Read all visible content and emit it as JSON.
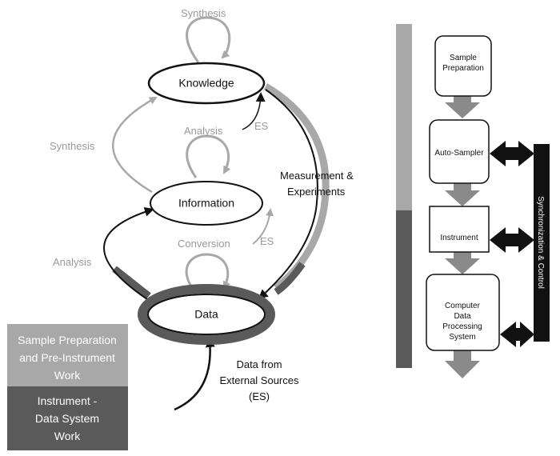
{
  "colors": {
    "light_gray": "#a8a8a8",
    "dark_gray": "#5a5a5a",
    "black": "#111111",
    "white": "#ffffff"
  },
  "cycle": {
    "nodes": {
      "knowledge": "Knowledge",
      "information": "Information",
      "data": "Data"
    },
    "loops": {
      "synthesis_top": "Synthesis",
      "analysis_mid": "Analysis",
      "conversion": "Conversion"
    },
    "side_labels": {
      "synthesis_left": "Synthesis",
      "analysis_left": "Analysis"
    },
    "es_labels": [
      "ES",
      "ES"
    ],
    "measurement": [
      "Measurement &",
      "Experiments"
    ],
    "external": [
      "Data from",
      "External Sources",
      "(ES)"
    ]
  },
  "legend": {
    "light": [
      "Sample Preparation",
      "and Pre-Instrument",
      "Work"
    ],
    "dark": [
      "Instrument -",
      "Data System",
      "Work"
    ]
  },
  "workflow": {
    "sample_prep": [
      "Sample",
      "Preparation"
    ],
    "autosampler": [
      "Auto-Sampler"
    ],
    "instrument": [
      "Instrument"
    ],
    "computer": [
      "Computer",
      "Data",
      "Processing",
      "System"
    ],
    "sync_label": "Synchronization & Control"
  }
}
